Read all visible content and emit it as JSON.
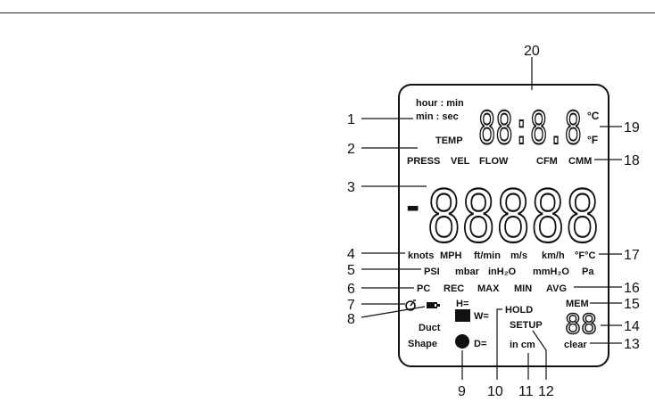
{
  "callouts": {
    "c1": "1",
    "c2": "2",
    "c3": "3",
    "c4": "4",
    "c5": "5",
    "c6": "6",
    "c7": "7",
    "c8": "8",
    "c9": "9",
    "c10": "10",
    "c11": "11",
    "c12": "12",
    "c13": "13",
    "c14": "14",
    "c15": "15",
    "c16": "16",
    "c17": "17",
    "c18": "18",
    "c19": "19",
    "c20": "20"
  },
  "lcd": {
    "hour_min": "hour : min",
    "min_sec": "min : sec",
    "temp": "TEMP",
    "deg_c": "°C",
    "deg_f": "°F",
    "small_digits": "88:8.8",
    "press": "PRESS",
    "vel": "VEL",
    "flow": "FLOW",
    "cfm": "CFM",
    "cmm": "CMM",
    "minus": "-",
    "main_digits": "88888",
    "knots": "knots",
    "mph": "MPH",
    "ft_min": "ft/min",
    "m_s": "m/s",
    "km_h": "km/h",
    "deg_fc": "°F°C",
    "psi": "PSI",
    "mbar": "mbar",
    "inh2o": "inH₂O",
    "mmh2o": "mmH₂O",
    "pa": "Pa",
    "pc": "PC",
    "rec": "REC",
    "max": "MAX",
    "min": "MIN",
    "avg": "AVG",
    "h_eq": "H=",
    "w_eq": "W=",
    "d_eq": "D=",
    "hold": "HOLD",
    "setup": "SETUP",
    "in_cm": "in cm",
    "mem": "MEM",
    "mem_digits": "88",
    "clear": "clear",
    "duct": "Duct",
    "shape": "Shape"
  },
  "icons": {
    "timer": "auto-power-off-timer-icon",
    "battery": "low-battery-icon",
    "rect_duct": "rectangular-duct-icon",
    "round_duct": "round-duct-icon"
  }
}
